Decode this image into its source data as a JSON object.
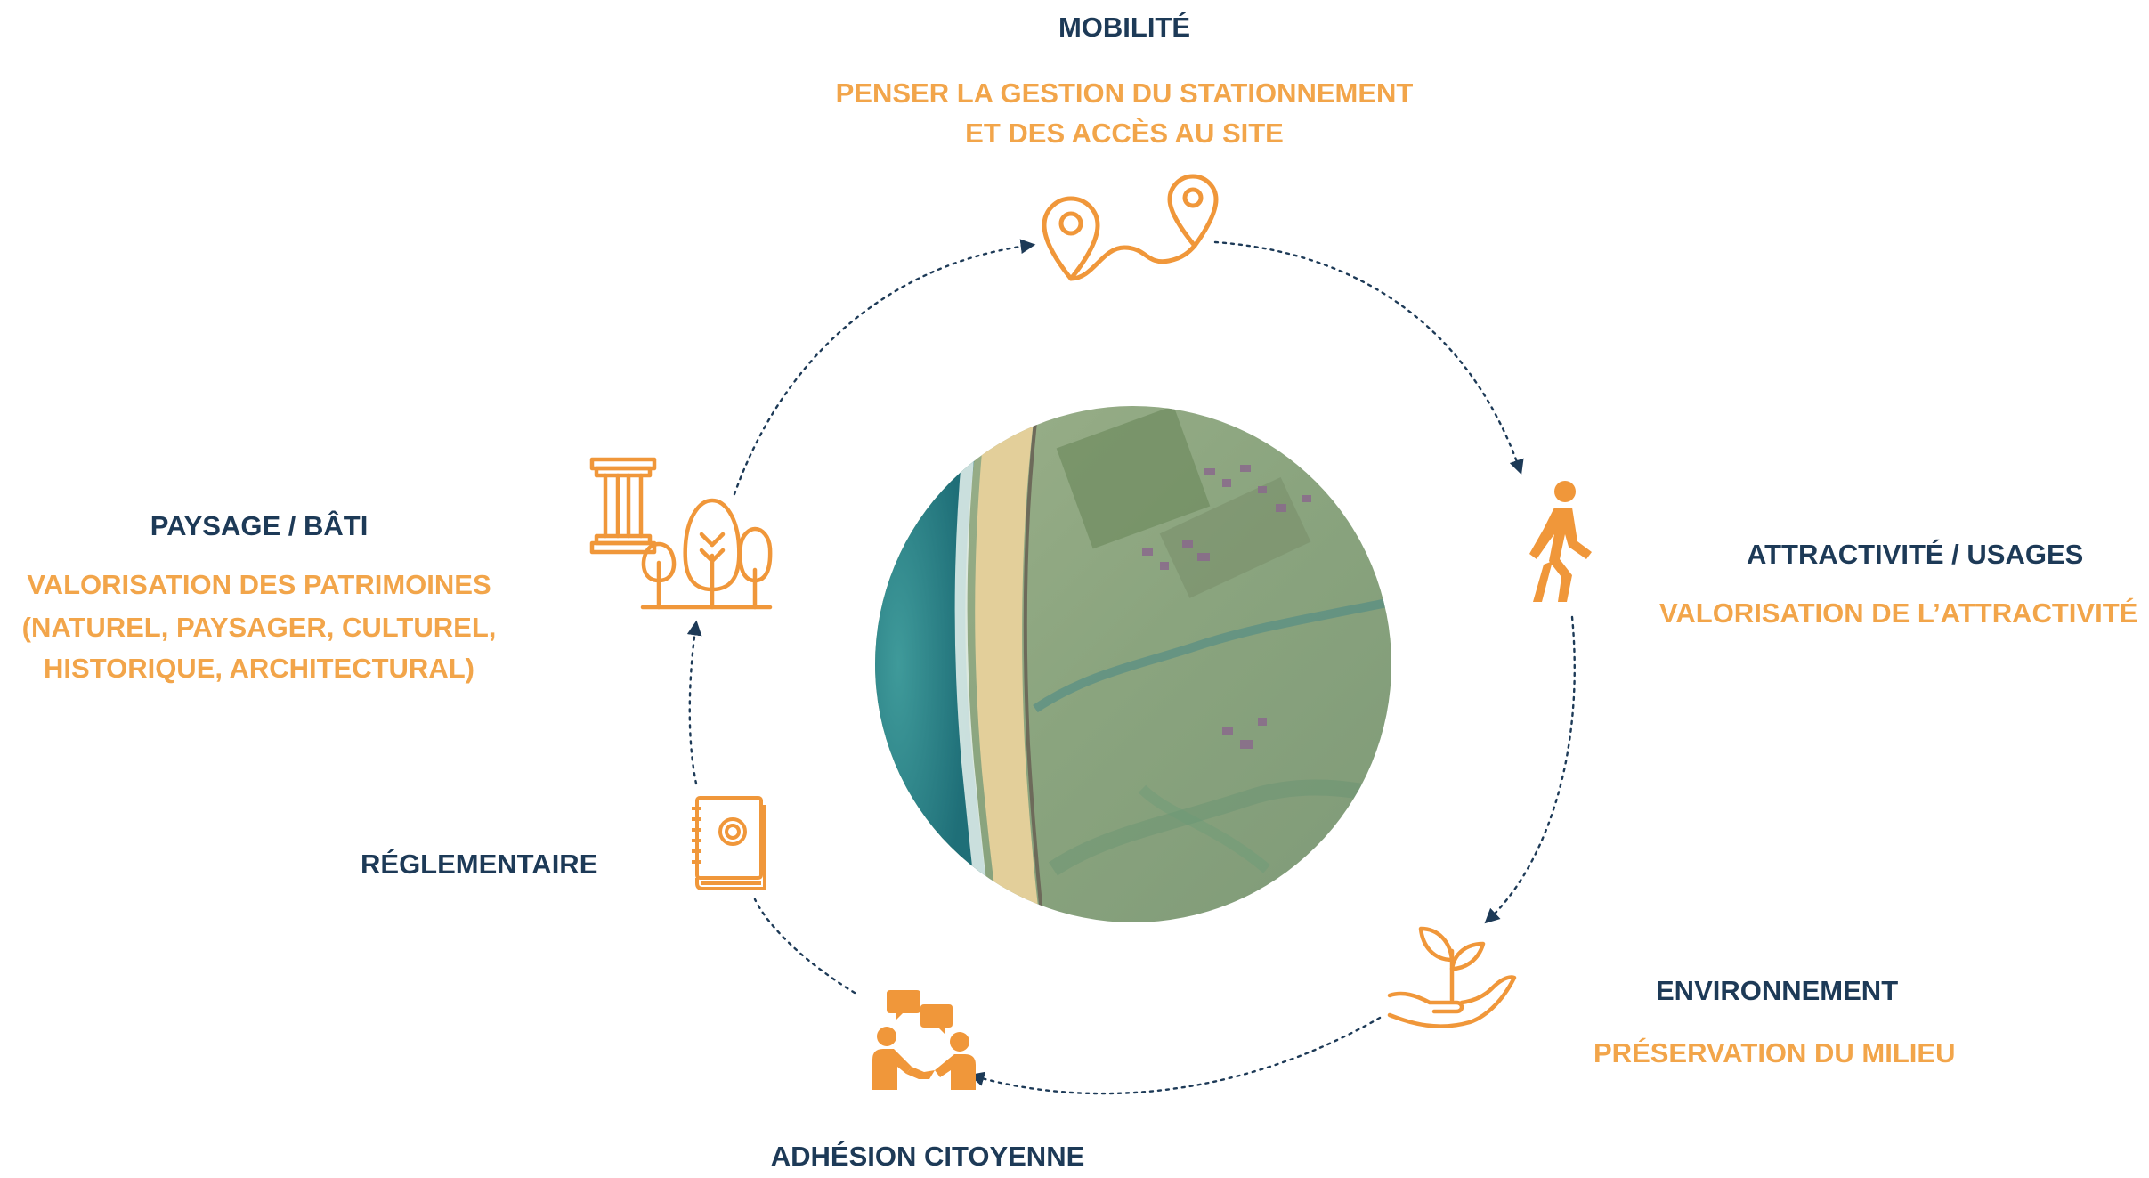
{
  "colors": {
    "title": "#1d3a57",
    "subtitle": "#f2a54a",
    "icon": "#f0973a",
    "arrow": "#1d3a57"
  },
  "nodes": {
    "mobilite": {
      "title": "MOBILITÉ",
      "lines": [
        "PENSER LA GESTION DU STATIONNEMENT",
        "ET DES ACCÈS AU SITE"
      ],
      "icon": "route-pins-icon"
    },
    "attractivite": {
      "title": "ATTRACTIVITÉ / USAGES",
      "lines": [
        "VALORISATION DE L’ATTRACTIVITÉ"
      ],
      "icon": "walking-person-icon"
    },
    "environnement": {
      "title": "ENVIRONNEMENT",
      "lines": [
        "PRÉSERVATION DU MILIEU"
      ],
      "icon": "plant-in-hand-icon"
    },
    "adhesion": {
      "title": "ADHÉSION CITOYENNE",
      "icon": "people-conversation-icon"
    },
    "reglementaire": {
      "title": "RÉGLEMENTAIRE",
      "icon": "rulebook-icon"
    },
    "paysage": {
      "title": "PAYSAGE / BÂTI",
      "lines": [
        "VALORISATION DES PATRIMOINES",
        "(NATUREL, PAYSAGER, CULTUREL,",
        "HISTORIQUE, ARCHITECTURAL)"
      ],
      "icon": "column-and-trees-icon"
    }
  },
  "center_image": {
    "icon": "aerial-coastline-image"
  }
}
